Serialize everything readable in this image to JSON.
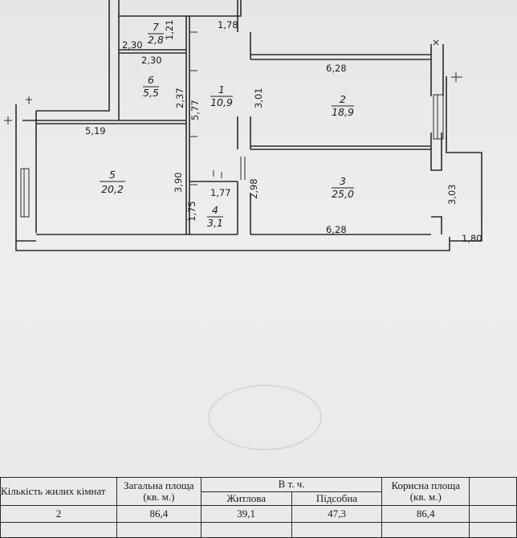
{
  "plan": {
    "rooms": [
      {
        "number": "7",
        "area": "2,8"
      },
      {
        "number": "6",
        "area": "5,5"
      },
      {
        "number": "1",
        "area": "10,9"
      },
      {
        "number": "2",
        "area": "18,9"
      },
      {
        "number": "5",
        "area": "20,2"
      },
      {
        "number": "3",
        "area": "25,0"
      },
      {
        "number": "4",
        "area": "3,1"
      }
    ],
    "dimensions": {
      "d_121": "1,21",
      "d_178": "1,78",
      "d_230_top": "2,30",
      "d_230_bottom": "2,30",
      "d_628_top": "6,28",
      "d_237": "2,37",
      "d_577": "5,77",
      "d_301": "3,01",
      "d_519": "5,19",
      "d_390": "3,90",
      "d_177": "1,77",
      "d_298": "2,98",
      "d_175": "1,75",
      "d_303": "3,03",
      "d_628_bottom": "6,28",
      "d_180": "1,80"
    }
  },
  "table": {
    "headers": {
      "rooms_count": "Кількість жилих кімнат",
      "total_area": "Загальна площа",
      "total_area_unit": "(кв. м.)",
      "including": "В т. ч.",
      "living": "Житлова",
      "auxiliary": "Підсобна",
      "useful_area": "Корисна площа",
      "useful_area_unit": "(кв. м.)"
    },
    "values": {
      "rooms_count": "2",
      "total_area": "86,4",
      "living": "39,1",
      "auxiliary": "47,3",
      "useful_area": "86,4"
    }
  }
}
